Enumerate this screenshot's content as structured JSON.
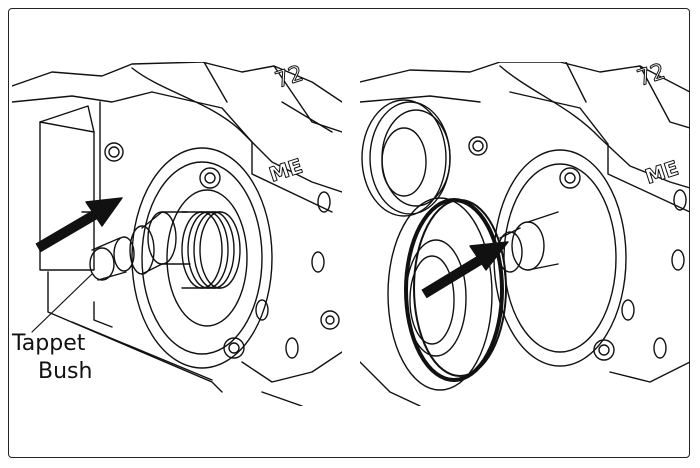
{
  "callout": {
    "line1": "Tappet",
    "line2": "Bush"
  },
  "engraving": {
    "left_number": "72",
    "left_letters": "ME",
    "right_number": "72",
    "right_letters": "ME"
  },
  "colors": {
    "ink": "#111111",
    "paper": "#ffffff",
    "frame": "#222222"
  },
  "icons": [
    "arrow-icon",
    "pointer-leader-line"
  ]
}
